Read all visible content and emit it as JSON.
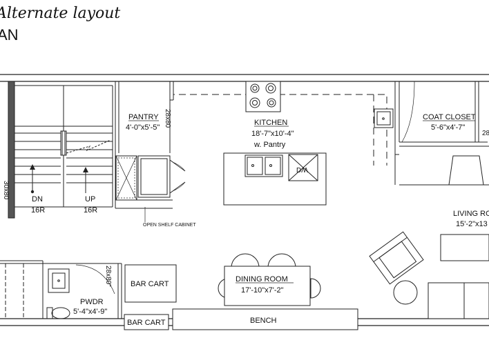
{
  "header": {
    "title": "Alternate layout",
    "subtitle": "AN"
  },
  "rooms": {
    "pantry": {
      "name": "PANTRY",
      "size": "4'-0\"x5'-5\""
    },
    "kitchen": {
      "name": "KITCHEN",
      "size": "18'-7\"x10'-4\"",
      "note": "w. Pantry"
    },
    "coat_closet": {
      "name": "COAT CLOSET",
      "size": "5'-6\"x4'-7\""
    },
    "living_room": {
      "name": "LIVING RO",
      "size": "15'-2\"x13"
    },
    "dining_room": {
      "name": "DINING ROOM",
      "size": "17'-10\"x7'-2\""
    },
    "powder": {
      "name": "PWDR",
      "size": "5'-4\"x4'-9\""
    }
  },
  "labels": {
    "open_shelf": "OPEN SHELF CABINET",
    "bar_cart_1": "BAR CART",
    "bar_cart_2": "BAR CART",
    "bench": "BENCH",
    "dn": "DN",
    "dn_risers": "16R",
    "up": "UP",
    "up_risers": "16R",
    "dw": "DW",
    "door_28_pantry": "28x80",
    "door_28_closet": "28x",
    "door_30_stair": "30x80",
    "door_28_pwdr": "28x80\""
  }
}
